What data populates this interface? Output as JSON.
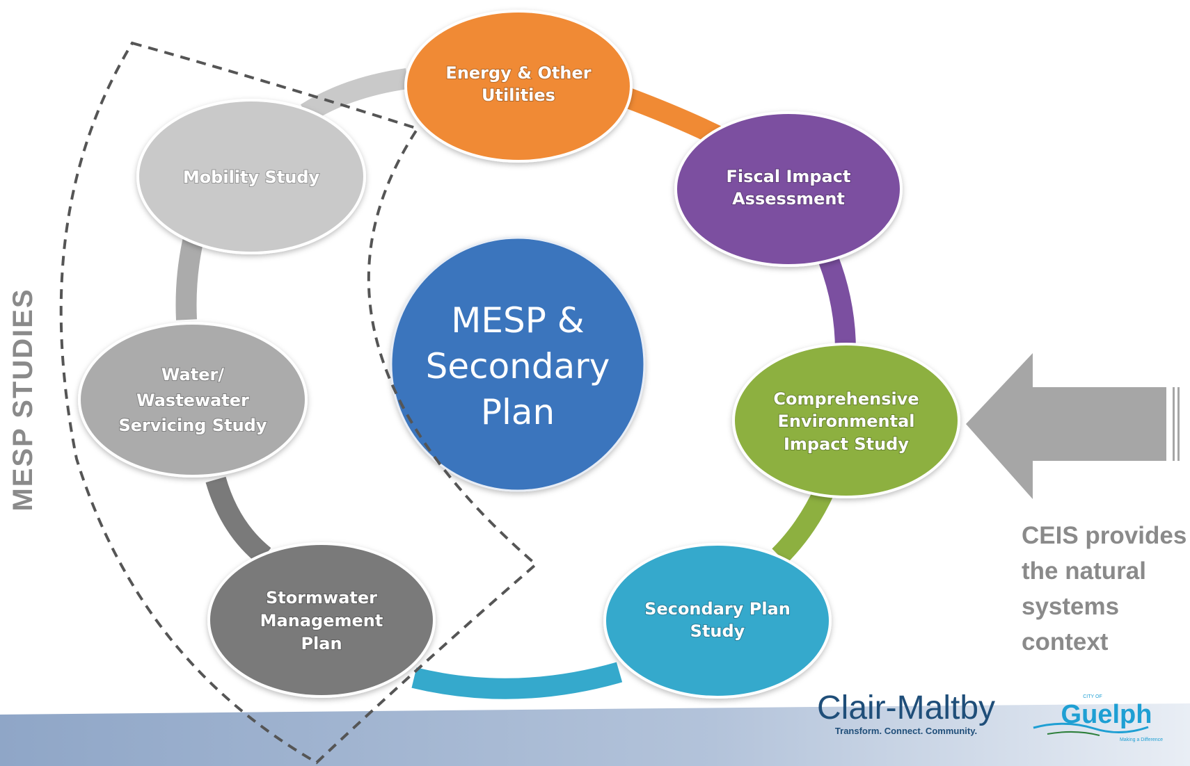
{
  "side_label": "MESP  STUDIES",
  "center": {
    "lines": [
      "MESP &",
      "Secondary",
      "Plan"
    ],
    "color": "#3a75bd"
  },
  "nodes": [
    {
      "id": "energy",
      "lines": [
        "Energy & Other",
        "Utilities"
      ],
      "color": "#f08a34"
    },
    {
      "id": "fiscal",
      "lines": [
        "Fiscal Impact",
        "Assessment"
      ],
      "color": "#7b4fa0"
    },
    {
      "id": "ceis",
      "lines": [
        "Comprehensive",
        "Environmental",
        "Impact Study"
      ],
      "color": "#8db040"
    },
    {
      "id": "secondary",
      "lines": [
        "Secondary Plan",
        "Study"
      ],
      "color": "#35a9cc"
    },
    {
      "id": "stormwater",
      "lines": [
        "Stormwater",
        "Management",
        "Plan"
      ],
      "color": "#7a7a7a"
    },
    {
      "id": "water",
      "lines": [
        "Water/",
        "Wastewater",
        "Servicing Study"
      ],
      "color": "#ababab"
    },
    {
      "id": "mobility",
      "lines": [
        "Mobility Study"
      ],
      "color": "#c9c9c9"
    }
  ],
  "callout": {
    "lines": [
      "CEIS provides",
      "the natural",
      "systems",
      "context"
    ]
  },
  "logos": {
    "clair_maltby": {
      "name": "Clair-Maltby",
      "tagline": "Transform. Connect. Community."
    },
    "guelph": {
      "name": "Guelph",
      "city_of": "CITY OF",
      "tagline": "Making a Difference"
    }
  }
}
